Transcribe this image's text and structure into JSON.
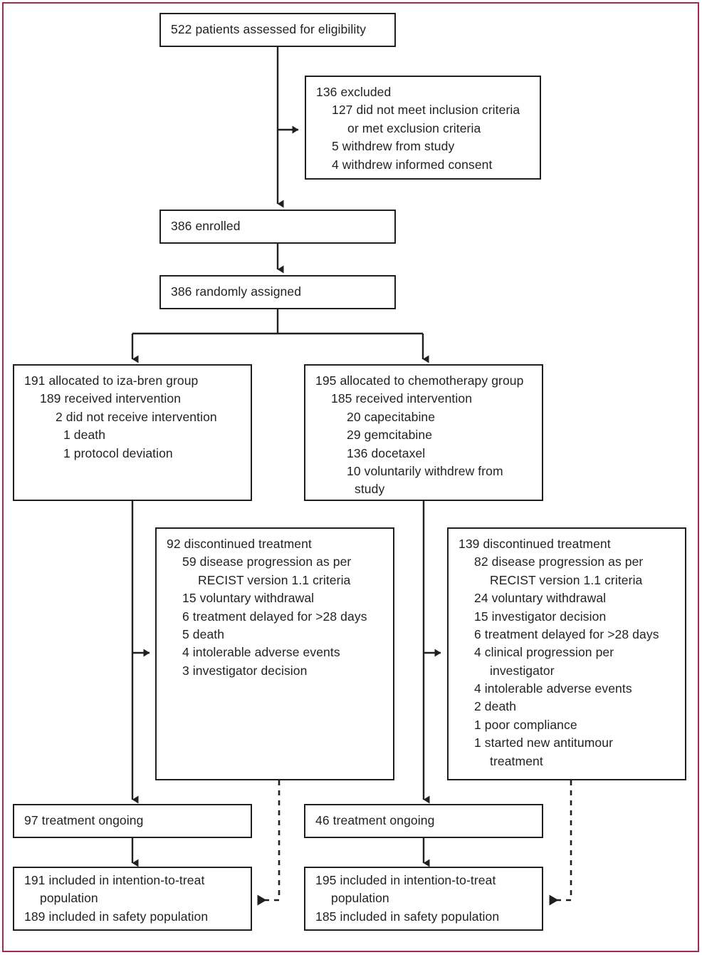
{
  "figure": {
    "type": "consort-flow-diagram",
    "frame_color": "#a8294a",
    "line_color": "#231f20"
  },
  "nodes": {
    "assessed": {
      "name": "assessed-for-eligibility",
      "lines": [
        {
          "text": "522 patients assessed for eligibility",
          "indent": 0
        }
      ]
    },
    "excluded": {
      "name": "excluded",
      "lines": [
        {
          "text": "136 excluded",
          "indent": 0
        },
        {
          "text": "127 did not meet inclusion criteria",
          "indent": 1
        },
        {
          "text": "or met exclusion criteria",
          "indent": 2
        },
        {
          "text": "5 withdrew from study",
          "indent": 1
        },
        {
          "text": "4 withdrew informed consent",
          "indent": 1
        }
      ]
    },
    "enrolled": {
      "name": "enrolled",
      "lines": [
        {
          "text": "386 enrolled",
          "indent": 0
        }
      ]
    },
    "randomised": {
      "name": "randomly-assigned",
      "lines": [
        {
          "text": "386 randomly assigned",
          "indent": 0
        }
      ]
    },
    "alloc_left": {
      "name": "allocated-iza-bren",
      "lines": [
        {
          "text": "191 allocated to iza-bren group",
          "indent": 0
        },
        {
          "text": "189 received intervention",
          "indent": 1
        },
        {
          "text": "2 did not receive intervention",
          "indent": 2
        },
        {
          "text": "1 death",
          "indent": 3
        },
        {
          "text": "1 protocol deviation",
          "indent": 3
        }
      ]
    },
    "alloc_right": {
      "name": "allocated-chemotherapy",
      "lines": [
        {
          "text": "195 allocated to chemotherapy group",
          "indent": 0
        },
        {
          "text": "185 received intervention",
          "indent": 1
        },
        {
          "text": "20 capecitabine",
          "indent": 2
        },
        {
          "text": "29 gemcitabine",
          "indent": 2
        },
        {
          "text": "136 docetaxel",
          "indent": 2
        },
        {
          "text": "10 voluntarily withdrew from",
          "indent": 2
        },
        {
          "text": "study",
          "indent": 3
        }
      ]
    },
    "discont_left": {
      "name": "discontinued-iza-bren",
      "lines": [
        {
          "text": "92 discontinued treatment",
          "indent": 0
        },
        {
          "text": "59 disease progression as per",
          "indent": 1
        },
        {
          "text": "RECIST version 1.1 criteria",
          "indent": 2
        },
        {
          "text": "15 voluntary withdrawal",
          "indent": 1
        },
        {
          "text": "6 treatment delayed for >28 days",
          "indent": 1
        },
        {
          "text": "5 death",
          "indent": 1
        },
        {
          "text": "4 intolerable adverse events",
          "indent": 1
        },
        {
          "text": "3 investigator decision",
          "indent": 1
        }
      ]
    },
    "discont_right": {
      "name": "discontinued-chemotherapy",
      "lines": [
        {
          "text": "139 discontinued treatment",
          "indent": 0
        },
        {
          "text": "82 disease progression as per",
          "indent": 1
        },
        {
          "text": "RECIST version 1.1 criteria",
          "indent": 2
        },
        {
          "text": "24 voluntary withdrawal",
          "indent": 1
        },
        {
          "text": "15 investigator decision",
          "indent": 1
        },
        {
          "text": "6 treatment delayed for >28 days",
          "indent": 1
        },
        {
          "text": "4 clinical progression per",
          "indent": 1
        },
        {
          "text": "investigator",
          "indent": 2
        },
        {
          "text": "4 intolerable adverse events",
          "indent": 1
        },
        {
          "text": "2 death",
          "indent": 1
        },
        {
          "text": "1 poor compliance",
          "indent": 1
        },
        {
          "text": "1 started new antitumour",
          "indent": 1
        },
        {
          "text": "treatment",
          "indent": 2
        }
      ]
    },
    "ongoing_left": {
      "name": "treatment-ongoing-iza-bren",
      "lines": [
        {
          "text": "97 treatment ongoing",
          "indent": 0
        }
      ]
    },
    "ongoing_right": {
      "name": "treatment-ongoing-chemotherapy",
      "lines": [
        {
          "text": "46 treatment ongoing",
          "indent": 0
        }
      ]
    },
    "analysis_left": {
      "name": "analysis-iza-bren",
      "lines": [
        {
          "text": "191 included in intention-to-treat",
          "indent": 0
        },
        {
          "text": "population",
          "indent": 1
        },
        {
          "text": "189 included in safety population",
          "indent": 0
        }
      ]
    },
    "analysis_right": {
      "name": "analysis-chemotherapy",
      "lines": [
        {
          "text": "195 included in intention-to-treat",
          "indent": 0
        },
        {
          "text": "population",
          "indent": 1
        },
        {
          "text": "185 included in safety population",
          "indent": 0
        }
      ]
    }
  }
}
